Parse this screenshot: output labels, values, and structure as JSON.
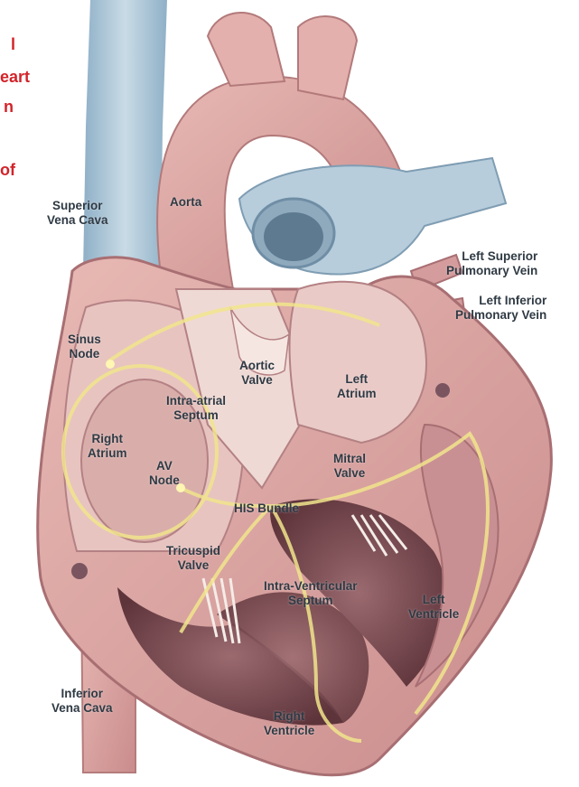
{
  "heading_fragments": [
    "l",
    "eart",
    "n",
    "of"
  ],
  "labels": {
    "aorta": "Aorta",
    "superior_vena_cava": [
      "Superior",
      "Vena Cava"
    ],
    "left_superior_pulmonary_vein": [
      "Left Superior",
      "Pulmonary Vein"
    ],
    "left_inferior_pulmonary_vein": [
      "Left Inferior",
      "Pulmonary Vein"
    ],
    "sinus_node": [
      "Sinus",
      "Node"
    ],
    "aortic_valve": [
      "Aortic",
      "Valve"
    ],
    "left_atrium": [
      "Left",
      "Atrium"
    ],
    "intra_atrial_septum": [
      "Intra-atrial",
      "Septum"
    ],
    "right_atrium": [
      "Right",
      "Atrium"
    ],
    "av_node": [
      "AV",
      "Node"
    ],
    "mitral_valve": [
      "Mitral",
      "Valve"
    ],
    "his_bundle": "HIS Bundle",
    "tricuspid_valve": [
      "Tricuspid",
      "Valve"
    ],
    "intra_ventricular_septum": [
      "Intra-Ventricular",
      "Septum"
    ],
    "left_ventricle": [
      "Left",
      "Ventricle"
    ],
    "inferior_vena_cava": [
      "Inferior",
      "Vena Cava"
    ],
    "right_ventricle": [
      "Right",
      "Ventricle"
    ]
  },
  "colors": {
    "heading": "#d2232a",
    "label_text": "#2f3a44",
    "heart_tissue": "#dcaaa6",
    "heart_inner": "#ecd0cc",
    "vessel_blue": "#a9c3d6",
    "conduction_path": "#f1e58c",
    "ventricle_muscle": "#7e4e55"
  }
}
